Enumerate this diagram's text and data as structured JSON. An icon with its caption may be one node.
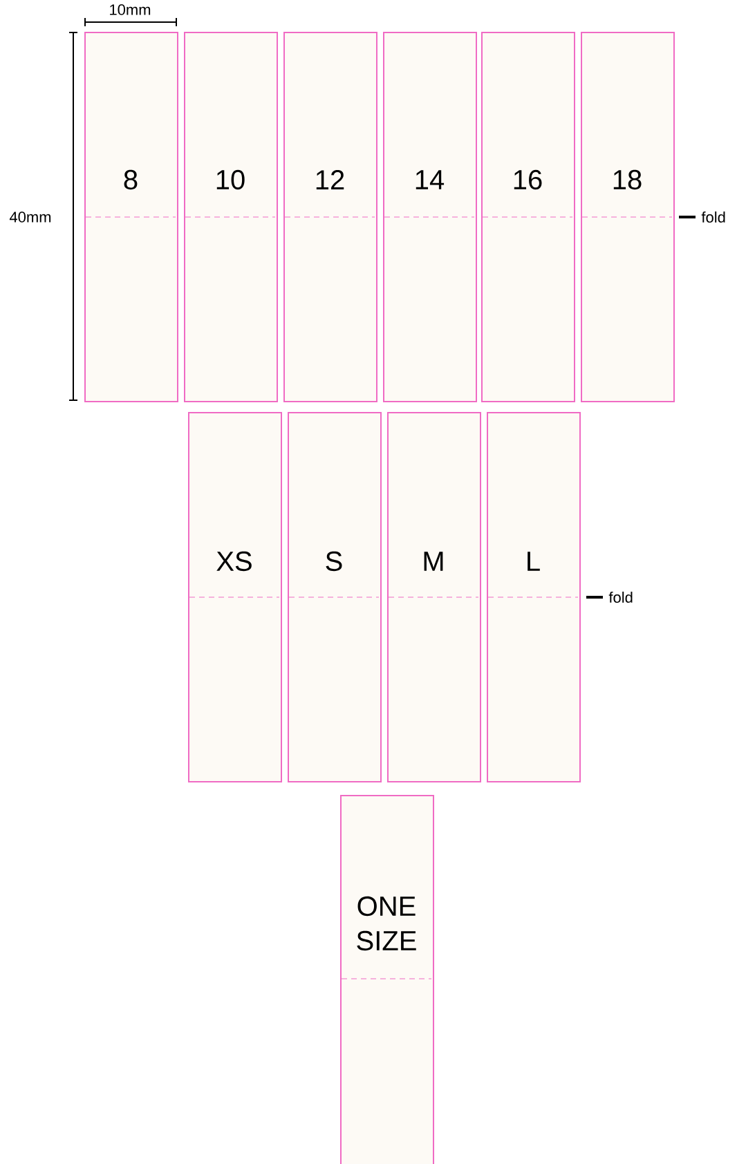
{
  "diagram": {
    "nodes": [
      {
        "text": [
          "8"
        ]
      },
      {
        "text": [
          "10"
        ]
      },
      {
        "text": [
          "12"
        ]
      },
      {
        "text": [
          "14"
        ]
      },
      {
        "text": [
          "16"
        ]
      },
      {
        "text": [
          "18"
        ]
      },
      {
        "text": [
          "XS"
        ]
      },
      {
        "text": [
          "S"
        ]
      },
      {
        "text": [
          "M"
        ]
      },
      {
        "text": [
          "L"
        ]
      },
      {
        "text": [
          "ONE SIZE"
        ]
      }
    ],
    "labels": [
      "10mm",
      "40mm",
      "fold",
      "fold"
    ]
  }
}
